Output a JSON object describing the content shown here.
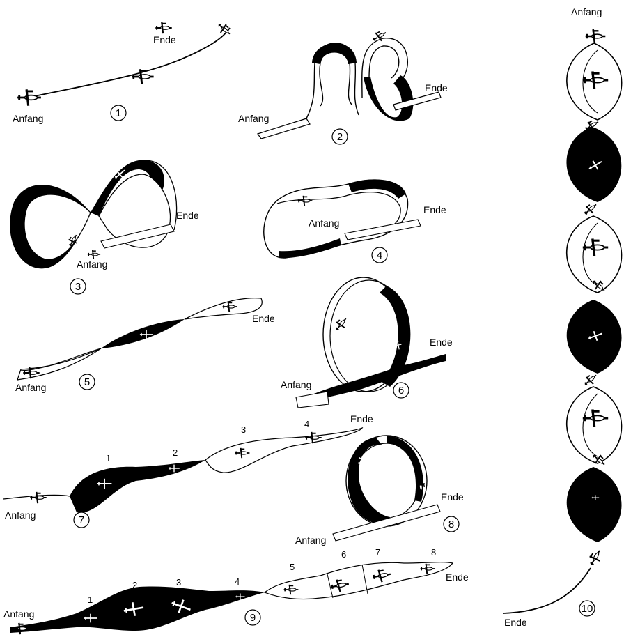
{
  "labels": {
    "start": "Anfang",
    "end": "Ende"
  },
  "figures": [
    {
      "id": "1"
    },
    {
      "id": "2"
    },
    {
      "id": "3"
    },
    {
      "id": "4"
    },
    {
      "id": "5"
    },
    {
      "id": "6"
    },
    {
      "id": "7"
    },
    {
      "id": "8"
    },
    {
      "id": "9"
    },
    {
      "id": "10"
    }
  ],
  "fig7_positions": [
    "1",
    "2",
    "3",
    "4"
  ],
  "fig9_positions": [
    "1",
    "2",
    "3",
    "4",
    "5",
    "6",
    "7",
    "8"
  ],
  "colors": {
    "ink": "#000000",
    "paper": "#ffffff"
  }
}
